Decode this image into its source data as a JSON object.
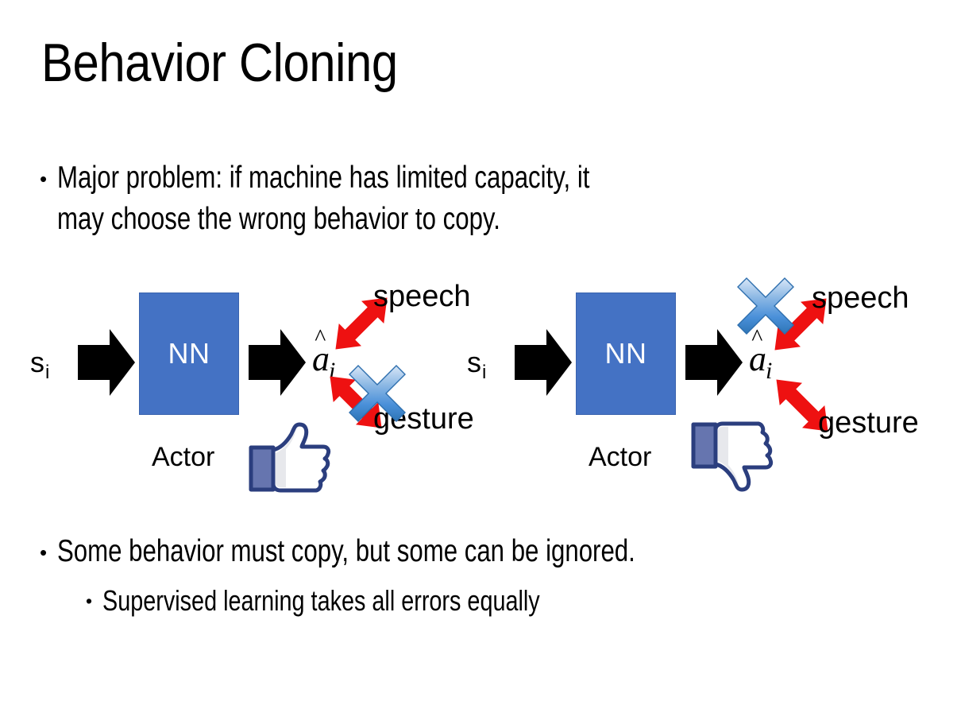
{
  "slide": {
    "title": "Behavior Cloning",
    "background_color": "#FFFFFF"
  },
  "bullets": {
    "top": {
      "marker": "•",
      "text": "Major problem: if machine has limited capacity, it\nmay choose the wrong behavior to copy."
    },
    "middle": {
      "marker": "•",
      "text": "Some behavior must copy, but some can be ignored."
    },
    "sub": {
      "marker": "•",
      "text": "Supervised learning takes all errors equally"
    }
  },
  "colors": {
    "nn_fill": "#4472C4",
    "nn_border": "#3A63AE",
    "nn_text": "#FFFFFF",
    "arrow_black": "#000000",
    "arrow_red": "#EE1111",
    "x_blue_light": "#C9DCF5",
    "x_blue_mid": "#5B9BD5",
    "x_blue_dark": "#2E75B6",
    "thumb_outline": "#3B5998",
    "thumb_cuff": "#6675AF",
    "thumb_fill": "#FFFFFF",
    "thumb_shade": "#E4E6EA",
    "text_black": "#000000"
  },
  "diagrams": [
    {
      "id": "left",
      "state_label": {
        "base": "s",
        "subscript": "i"
      },
      "input_arrow": "block-arrow-right",
      "actor_box_label": "NN",
      "actor_caption": "Actor",
      "output_label": {
        "base": "a",
        "accent": "hat",
        "subscript": "i"
      },
      "output_arrow": "block-arrow-right",
      "branches": [
        {
          "name": "speech",
          "label": "speech",
          "arrow": "red-double-arrow-up-right",
          "crossed_out": false
        },
        {
          "name": "gesture",
          "label": "gesture",
          "arrow": "red-double-arrow-down-right",
          "crossed_out": true
        }
      ],
      "feedback": {
        "icon": "thumbs-up-icon",
        "sentiment": "positive"
      }
    },
    {
      "id": "right",
      "state_label": {
        "base": "s",
        "subscript": "i"
      },
      "input_arrow": "block-arrow-right",
      "actor_box_label": "NN",
      "actor_caption": "Actor",
      "output_label": {
        "base": "a",
        "accent": "hat",
        "subscript": "i"
      },
      "output_arrow": "block-arrow-right",
      "branches": [
        {
          "name": "speech",
          "label": "speech",
          "arrow": "red-double-arrow-up-right",
          "crossed_out": true
        },
        {
          "name": "gesture",
          "label": "gesture",
          "arrow": "red-double-arrow-down-right",
          "crossed_out": false
        }
      ],
      "feedback": {
        "icon": "thumbs-down-icon",
        "sentiment": "negative"
      }
    }
  ]
}
